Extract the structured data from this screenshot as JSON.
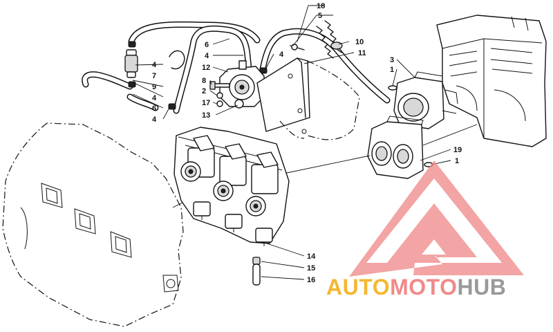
{
  "callouts": [
    {
      "id": "c18",
      "text": "18"
    },
    {
      "id": "c5",
      "text": "5"
    },
    {
      "id": "c10",
      "text": "10"
    },
    {
      "id": "c11",
      "text": "11"
    },
    {
      "id": "c6a",
      "text": "6"
    },
    {
      "id": "c4a",
      "text": "4"
    },
    {
      "id": "c4b",
      "text": "4"
    },
    {
      "id": "c4c",
      "text": "4"
    },
    {
      "id": "c12",
      "text": "12"
    },
    {
      "id": "c8",
      "text": "8"
    },
    {
      "id": "c2",
      "text": "2"
    },
    {
      "id": "c17",
      "text": "17"
    },
    {
      "id": "c13",
      "text": "13"
    },
    {
      "id": "c7",
      "text": "7"
    },
    {
      "id": "c9",
      "text": "9"
    },
    {
      "id": "c4d",
      "text": "4"
    },
    {
      "id": "c6b",
      "text": "6"
    },
    {
      "id": "c4e",
      "text": "4"
    },
    {
      "id": "c3",
      "text": "3"
    },
    {
      "id": "c1a",
      "text": "1"
    },
    {
      "id": "c19",
      "text": "19"
    },
    {
      "id": "c1b",
      "text": "1"
    },
    {
      "id": "c14",
      "text": "14"
    },
    {
      "id": "c15",
      "text": "15"
    },
    {
      "id": "c16",
      "text": "16"
    }
  ],
  "watermark": {
    "part1": "AUTO",
    "part2": "MOTO",
    "part3": "HUB",
    "color1": "#f5b731",
    "color2": "#f08a8a",
    "color3": "#9a9a9a"
  }
}
